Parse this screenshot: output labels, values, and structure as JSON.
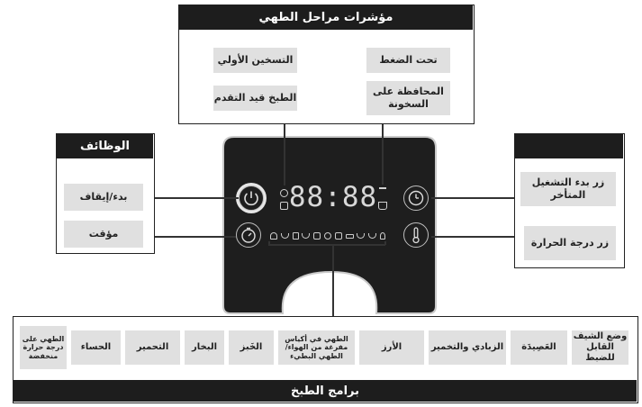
{
  "indicators": {
    "title": "مؤشرات مراحل الطهي",
    "items": [
      "تحت الضغط",
      "التسخين الأولي",
      "المحافظة على السخونة",
      "الطبخ قيد التقدم"
    ]
  },
  "functions": {
    "title": "الوظائف",
    "start_stop": "بدء/إيقاف",
    "timer": "مؤقت"
  },
  "right_panel": {
    "title": "",
    "delay_start": "زر بدء التشغيل المتأخر",
    "temperature": "زر درجة الحرارة"
  },
  "display": {
    "time": "88:88"
  },
  "programs": {
    "title": "برامج الطبخ",
    "items": [
      "وضع الشيف القابل للضبط",
      "العَصِيدَة",
      "الزبادي والتخمير",
      "الأرز",
      "الطهي في أكياس مفرغة من الهواء/الطهي البطيء",
      "الخَبز",
      "البخار",
      "التحمير",
      "الحساء",
      "الطهي على درجة حرارة منخفضة"
    ]
  },
  "icons": {
    "start_stop": "power-icon",
    "timer": "stopwatch-icon",
    "delay_start": "delay-clock-icon",
    "temperature": "thermometer-icon"
  },
  "colors": {
    "panel": "#1e1e1e",
    "header": "#1d1d1d",
    "label_bg": "#e0e0e0",
    "panel_text": "#d8d8d8"
  }
}
